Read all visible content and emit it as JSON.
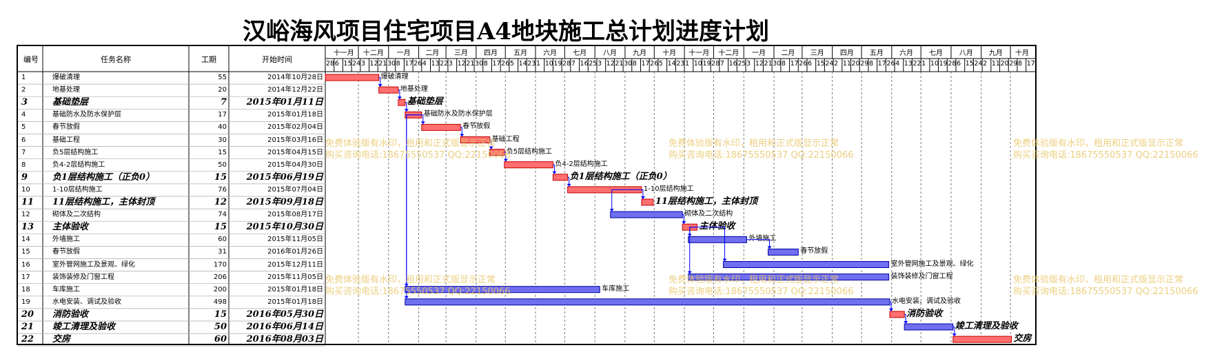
{
  "title": "汉峪海风项目住宅项目A4地块施工总计划进度计划",
  "headers": {
    "id": "编号",
    "name": "任务名称",
    "duration": "工期",
    "start": "开始时间"
  },
  "timeline": {
    "months": [
      "十一月",
      "十二月",
      "一月",
      "二月",
      "三月",
      "四月",
      "五月",
      "六月",
      "七月",
      "八月",
      "九月",
      "十月",
      "十一月",
      "十二月",
      "一月",
      "二月",
      "三月",
      "四月",
      "五月",
      "六月",
      "七月",
      "八月",
      "九月",
      "十月"
    ],
    "days": [
      "28",
      "6",
      "15",
      "24",
      "3",
      "12",
      "21",
      "30",
      "8",
      "17",
      "26",
      "4",
      "13",
      "22",
      "3",
      "12",
      "21",
      "30",
      "8",
      "17",
      "26",
      "5",
      "14",
      "23",
      "1",
      "10",
      "19",
      "28",
      "7",
      "16",
      "25",
      "3",
      "12",
      "21",
      "30",
      "8",
      "17",
      "26",
      "5",
      "14",
      "23",
      "1",
      "10",
      "19",
      "28",
      "7",
      "16",
      "25",
      "3",
      "12",
      "21",
      "30",
      "8",
      "17",
      "26",
      "6",
      "15",
      "24",
      "2",
      "11",
      "20",
      "29",
      "8",
      "17",
      "26",
      "4",
      "13",
      "22",
      "1",
      "10",
      "19",
      "28",
      "6",
      "15",
      "24",
      "2",
      "11",
      "20",
      "29",
      "8",
      "17"
    ]
  },
  "watermark": {
    "line1": "免费体验版有水印，租用和正式版显示正常",
    "line2": "购买咨询电话:18675550537 QQ:22150066"
  },
  "colors": {
    "critical": "#ff6f6f",
    "normal": "#6f6ff0",
    "link": "#0000ff",
    "watermark": "#e8c76a"
  },
  "chart_data": {
    "type": "gantt",
    "title": "汉峪海风项目住宅项目A4地块施工总计划进度计划",
    "time_axis": {
      "start": "2014-10-28",
      "end": "2016-10-25"
    },
    "tasks": [
      {
        "id": "1",
        "name": "爆破清理",
        "duration": "55",
        "start": "2014年10月28日",
        "start_date": "2014-10-28",
        "days": 55,
        "milestone": false,
        "critical": true
      },
      {
        "id": "2",
        "name": "地基处理",
        "duration": "20",
        "start": "2014年12月22日",
        "start_date": "2014-12-22",
        "days": 20,
        "milestone": false,
        "critical": true
      },
      {
        "id": "3",
        "name": "基础垫层",
        "duration": "7",
        "start": "2015年01月11日",
        "start_date": "2015-01-11",
        "days": 7,
        "milestone": true,
        "critical": true
      },
      {
        "id": "4",
        "name": "基础防水及防水保护层",
        "duration": "17",
        "start": "2015年01月18日",
        "start_date": "2015-01-18",
        "days": 17,
        "milestone": false,
        "critical": true
      },
      {
        "id": "5",
        "name": "春节放假",
        "duration": "40",
        "start": "2015年02月04日",
        "start_date": "2015-02-04",
        "days": 40,
        "milestone": false,
        "critical": true
      },
      {
        "id": "6",
        "name": "基础工程",
        "duration": "30",
        "start": "2015年03月16日",
        "start_date": "2015-03-16",
        "days": 30,
        "milestone": false,
        "critical": true
      },
      {
        "id": "7",
        "name": "负5层结构施工",
        "duration": "15",
        "start": "2015年04月15日",
        "start_date": "2015-04-15",
        "days": 15,
        "milestone": false,
        "critical": true
      },
      {
        "id": "8",
        "name": "负4-2层结构施工",
        "duration": "50",
        "start": "2015年04月30日",
        "start_date": "2015-04-30",
        "days": 50,
        "milestone": false,
        "critical": true
      },
      {
        "id": "9",
        "name": "负1层结构施工（正负0）",
        "duration": "15",
        "start": "2015年06月19日",
        "start_date": "2015-06-19",
        "days": 15,
        "milestone": true,
        "critical": true
      },
      {
        "id": "10",
        "name": "1-10层结构施工",
        "duration": "76",
        "start": "2015年07月04日",
        "start_date": "2015-07-04",
        "days": 76,
        "milestone": false,
        "critical": true
      },
      {
        "id": "11",
        "name": "11层结构施工，主体封顶",
        "duration": "12",
        "start": "2015年09月18日",
        "start_date": "2015-09-18",
        "days": 12,
        "milestone": true,
        "critical": true
      },
      {
        "id": "12",
        "name": "砌体及二次结构",
        "duration": "74",
        "start": "2015年08月17日",
        "start_date": "2015-08-17",
        "days": 74,
        "milestone": false,
        "critical": false
      },
      {
        "id": "13",
        "name": "主体验收",
        "duration": "15",
        "start": "2015年10月30日",
        "start_date": "2015-10-30",
        "days": 15,
        "milestone": true,
        "critical": true
      },
      {
        "id": "14",
        "name": "外墙施工",
        "duration": "60",
        "start": "2015年11月05日",
        "start_date": "2015-11-05",
        "days": 60,
        "milestone": false,
        "critical": false
      },
      {
        "id": "15",
        "name": "春节放假",
        "duration": "31",
        "start": "2016年01月26日",
        "start_date": "2016-01-26",
        "days": 31,
        "milestone": false,
        "critical": false
      },
      {
        "id": "16",
        "name": "室外管网施工及景观、绿化",
        "duration": "170",
        "start": "2015年12月11日",
        "start_date": "2015-12-11",
        "days": 170,
        "milestone": false,
        "critical": false
      },
      {
        "id": "17",
        "name": "装饰装修及门窗工程",
        "duration": "206",
        "start": "2015年11月05日",
        "start_date": "2015-11-05",
        "days": 206,
        "milestone": false,
        "critical": false
      },
      {
        "id": "18",
        "name": "车库施工",
        "duration": "200",
        "start": "2015年01月18日",
        "start_date": "2015-01-18",
        "days": 200,
        "milestone": false,
        "critical": false
      },
      {
        "id": "19",
        "name": "水电安装、调试及验收",
        "duration": "498",
        "start": "2015年01月18日",
        "start_date": "2015-01-18",
        "days": 498,
        "milestone": false,
        "critical": false
      },
      {
        "id": "20",
        "name": "消防验收",
        "duration": "15",
        "start": "2016年05月30日",
        "start_date": "2016-05-30",
        "days": 15,
        "milestone": true,
        "critical": true
      },
      {
        "id": "21",
        "name": "竣工清理及验收",
        "duration": "50",
        "start": "2016年06月14日",
        "start_date": "2016-06-14",
        "days": 50,
        "milestone": true,
        "critical": false
      },
      {
        "id": "22",
        "name": "交房",
        "duration": "60",
        "start": "2016年08月03日",
        "start_date": "2016-08-03",
        "days": 60,
        "milestone": true,
        "critical": true
      }
    ],
    "links": [
      [
        1,
        2
      ],
      [
        2,
        3
      ],
      [
        3,
        4
      ],
      [
        4,
        5
      ],
      [
        5,
        6
      ],
      [
        6,
        7
      ],
      [
        7,
        8
      ],
      [
        8,
        9
      ],
      [
        9,
        10
      ],
      [
        10,
        11
      ],
      [
        10,
        12
      ],
      [
        12,
        13
      ],
      [
        13,
        14
      ],
      [
        14,
        15
      ],
      [
        13,
        16
      ],
      [
        13,
        17
      ],
      [
        4,
        18
      ],
      [
        4,
        19
      ],
      [
        19,
        20
      ],
      [
        20,
        21
      ],
      [
        21,
        22
      ]
    ]
  }
}
